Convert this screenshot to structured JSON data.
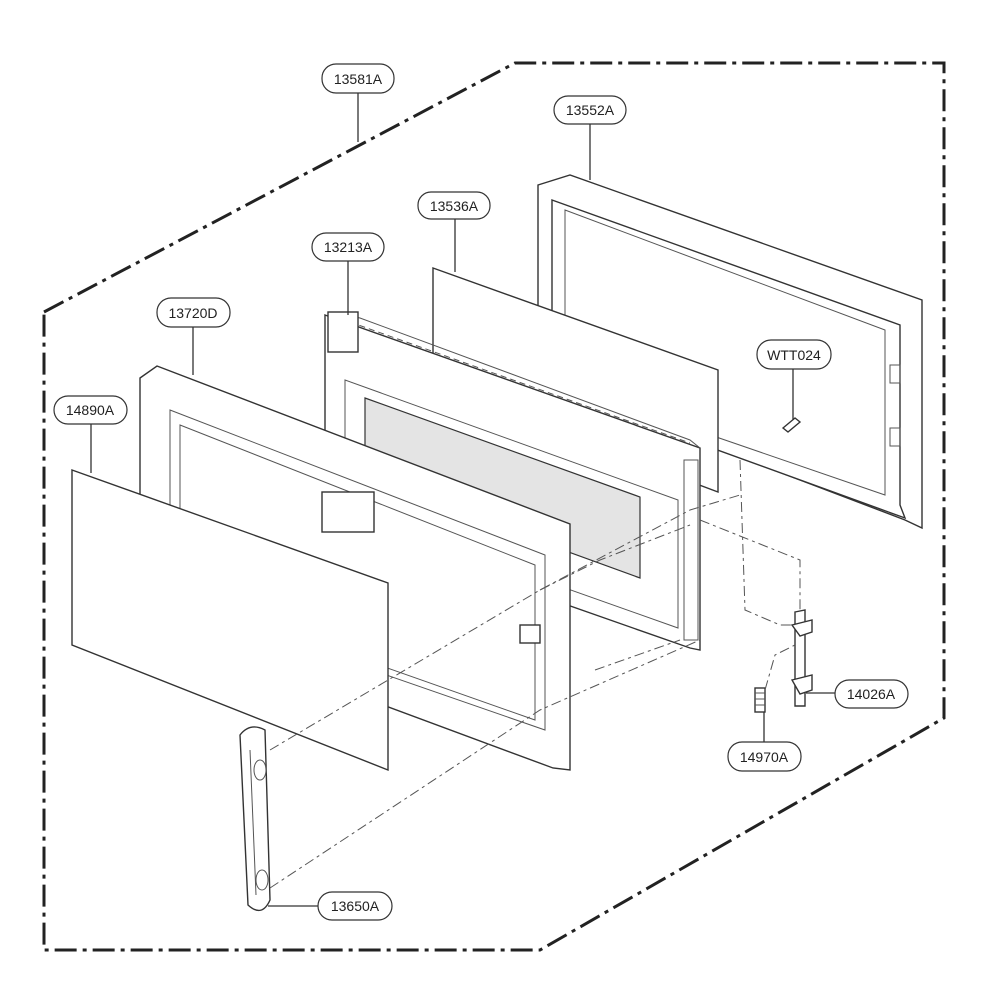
{
  "diagram": {
    "callouts": {
      "c13581A": "13581A",
      "c13552A": "13552A",
      "c13536A": "13536A",
      "c13213A": "13213A",
      "c13720D": "13720D",
      "c14890A": "14890A",
      "cWTT024": "WTT024",
      "c14026A": "14026A",
      "c14970A": "14970A",
      "c13650A": "13650A"
    }
  }
}
